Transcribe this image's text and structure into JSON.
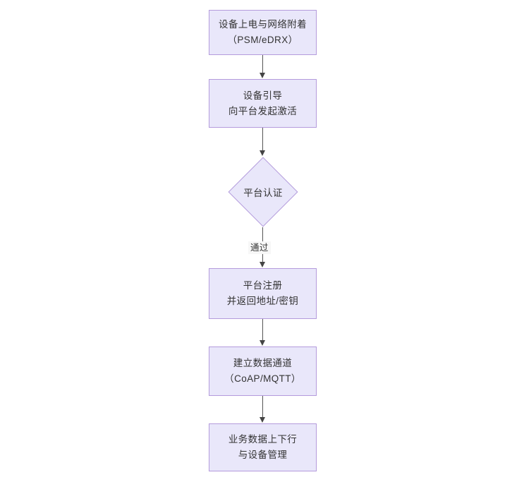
{
  "diagram": {
    "type": "flowchart",
    "orientation": "top-to-bottom",
    "theme": {
      "node_fill": "#e9e7fa",
      "node_border": "#b49bdc",
      "text_color": "#333333",
      "connector_color": "#555555",
      "arrowhead_color": "#444444",
      "background": "#ffffff",
      "edge_label_background": "#f7f7f7"
    },
    "nodes": [
      {
        "id": "power-on",
        "shape": "rectangle",
        "line1": "设备上电与网络附着",
        "line2": "（PSM/eDRX）"
      },
      {
        "id": "bootstrap",
        "shape": "rectangle",
        "line1": "设备引导",
        "line2": "向平台发起激活"
      },
      {
        "id": "platform-auth",
        "shape": "diamond",
        "line1": "平台认证"
      },
      {
        "id": "platform-register",
        "shape": "rectangle",
        "line1": "平台注册",
        "line2": "并返回地址/密钥"
      },
      {
        "id": "data-channel",
        "shape": "rectangle",
        "line1": "建立数据通道",
        "line2": "（CoAP/MQTT）"
      },
      {
        "id": "business-data",
        "shape": "rectangle",
        "line1": "业务数据上下行",
        "line2": "与设备管理"
      }
    ],
    "edges": [
      {
        "id": "e1",
        "from": "power-on",
        "to": "bootstrap",
        "label": ""
      },
      {
        "id": "e2",
        "from": "bootstrap",
        "to": "platform-auth",
        "label": ""
      },
      {
        "id": "e3",
        "from": "platform-auth",
        "to": "platform-register",
        "label": "通过"
      },
      {
        "id": "e4",
        "from": "platform-register",
        "to": "data-channel",
        "label": ""
      },
      {
        "id": "e5",
        "from": "data-channel",
        "to": "business-data",
        "label": ""
      }
    ]
  }
}
